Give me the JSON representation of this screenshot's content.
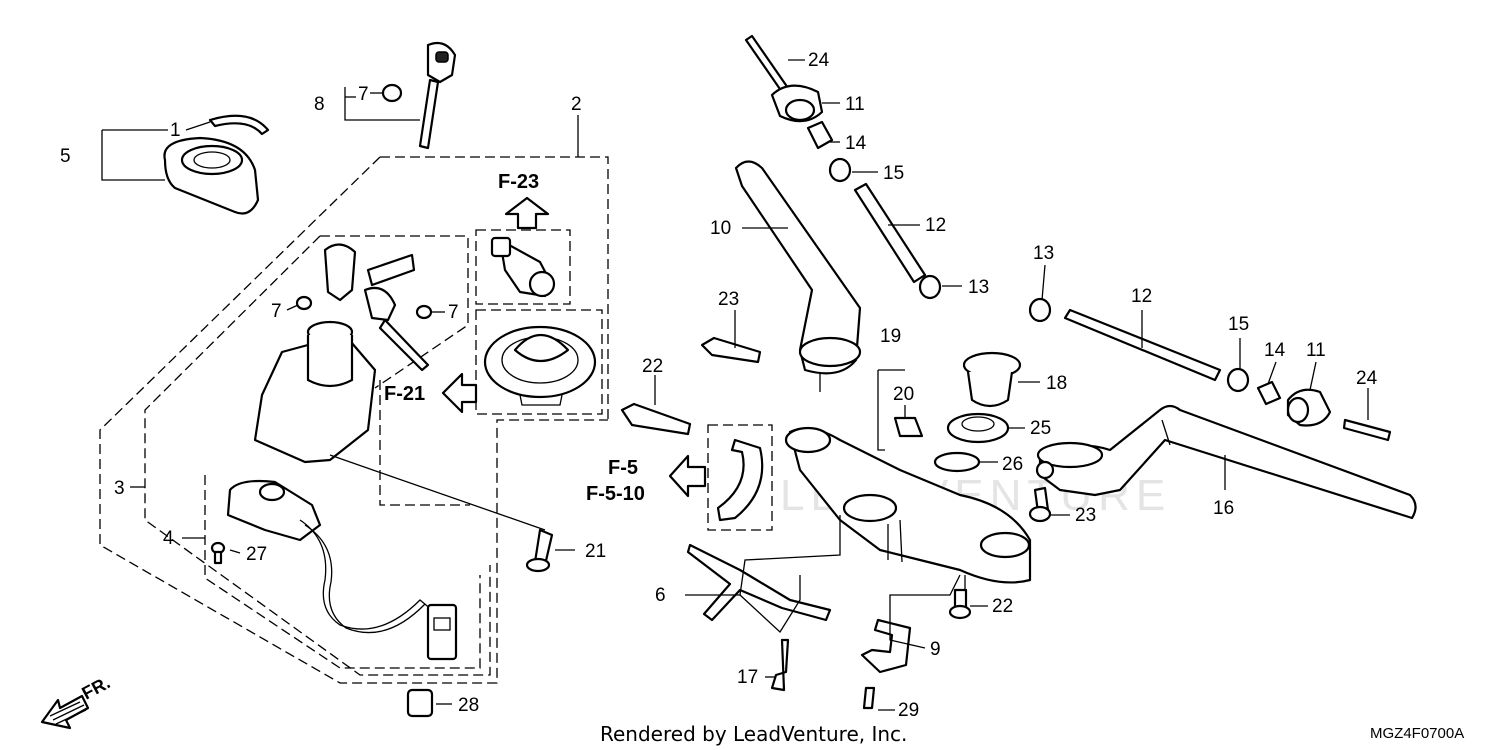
{
  "parts": [
    {
      "id": "p1",
      "label": "1"
    },
    {
      "id": "p2",
      "label": "2"
    },
    {
      "id": "p3",
      "label": "3"
    },
    {
      "id": "p4",
      "label": "4"
    },
    {
      "id": "p5",
      "label": "5"
    },
    {
      "id": "p6",
      "label": "6"
    },
    {
      "id": "p7a",
      "label": "7"
    },
    {
      "id": "p7b",
      "label": "7"
    },
    {
      "id": "p7c",
      "label": "7"
    },
    {
      "id": "p8",
      "label": "8"
    },
    {
      "id": "p9",
      "label": "9"
    },
    {
      "id": "p10",
      "label": "10"
    },
    {
      "id": "p11a",
      "label": "11"
    },
    {
      "id": "p11b",
      "label": "11"
    },
    {
      "id": "p12a",
      "label": "12"
    },
    {
      "id": "p12b",
      "label": "12"
    },
    {
      "id": "p13a",
      "label": "13"
    },
    {
      "id": "p13b",
      "label": "13"
    },
    {
      "id": "p14a",
      "label": "14"
    },
    {
      "id": "p14b",
      "label": "14"
    },
    {
      "id": "p15a",
      "label": "15"
    },
    {
      "id": "p15b",
      "label": "15"
    },
    {
      "id": "p16",
      "label": "16"
    },
    {
      "id": "p17",
      "label": "17"
    },
    {
      "id": "p18",
      "label": "18"
    },
    {
      "id": "p19",
      "label": "19"
    },
    {
      "id": "p20",
      "label": "20"
    },
    {
      "id": "p21",
      "label": "21"
    },
    {
      "id": "p22a",
      "label": "22"
    },
    {
      "id": "p22b",
      "label": "22"
    },
    {
      "id": "p23a",
      "label": "23"
    },
    {
      "id": "p23b",
      "label": "23"
    },
    {
      "id": "p24a",
      "label": "24"
    },
    {
      "id": "p24b",
      "label": "24"
    },
    {
      "id": "p25",
      "label": "25"
    },
    {
      "id": "p26",
      "label": "26"
    },
    {
      "id": "p27",
      "label": "27"
    },
    {
      "id": "p28",
      "label": "28"
    },
    {
      "id": "p29",
      "label": "29"
    }
  ],
  "refs": {
    "f23": "F-23",
    "f21": "F-21",
    "f5": "F-5",
    "f510": "F-5-10"
  },
  "direction": "FR.",
  "watermark": "LEADVENTURE",
  "footer": "Rendered by LeadVenture, Inc.",
  "diagram_code": "MGZ4F0700A"
}
